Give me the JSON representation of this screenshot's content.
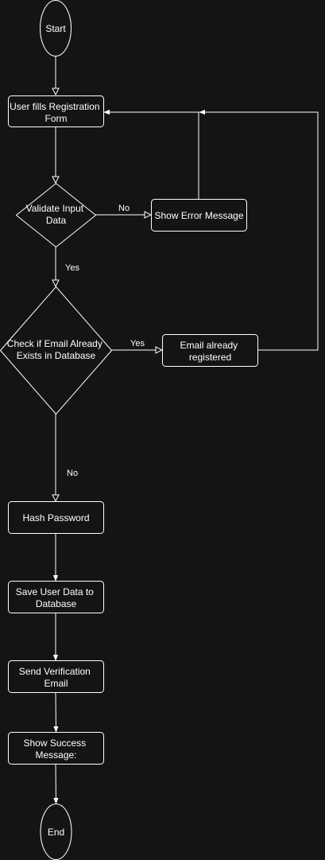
{
  "colors": {
    "background": "#141414",
    "stroke": "#ffffff",
    "text": "#ffffff"
  },
  "nodes": {
    "start": "Start",
    "user_fills_form": [
      "User fills Registration",
      "Form"
    ],
    "validate_input": [
      "Validate Input",
      "Data"
    ],
    "show_error_message": "Show Error Message",
    "check_email_exists": [
      "Check if Email Already",
      "Exists in Database"
    ],
    "email_already_registered": [
      "Email already",
      "registered"
    ],
    "hash_password": "Hash Password",
    "save_user_data": [
      "Save User Data to",
      "Database"
    ],
    "send_verification_email": [
      "Send Verification",
      "Email"
    ],
    "show_success_message": [
      "Show Success",
      "Message:"
    ],
    "end": "End"
  },
  "edge_labels": {
    "validate_no": "No",
    "validate_yes": "Yes",
    "email_exists_yes": "Yes",
    "email_exists_no": "No"
  }
}
